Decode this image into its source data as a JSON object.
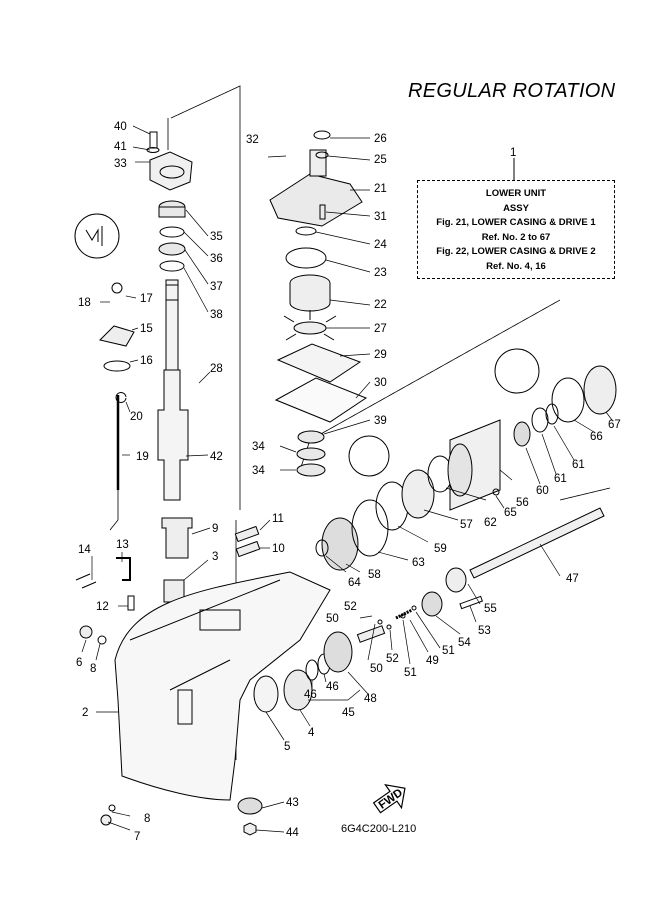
{
  "title": "REGULAR ROTATION",
  "info_box": {
    "ref_number": "1",
    "lines": [
      "LOWER UNIT",
      "ASSY",
      "Fig. 21, LOWER CASING & DRIVE 1",
      "Ref. No. 2 to 67",
      "Fig. 22, LOWER CASING & DRIVE 2",
      "Ref. No. 4, 16"
    ]
  },
  "fwd_label": "FWD",
  "diagram_code": "6G4C200-L210",
  "callouts": [
    "1",
    "2",
    "3",
    "4",
    "5",
    "6",
    "7",
    "8",
    "8",
    "9",
    "10",
    "11",
    "12",
    "13",
    "14",
    "15",
    "16",
    "17",
    "18",
    "19",
    "20",
    "21",
    "22",
    "23",
    "24",
    "25",
    "26",
    "27",
    "28",
    "29",
    "30",
    "31",
    "32",
    "33",
    "34",
    "34",
    "35",
    "36",
    "37",
    "38",
    "39",
    "40",
    "41",
    "42",
    "43",
    "44",
    "45",
    "46",
    "46",
    "47",
    "48",
    "49",
    "50",
    "50",
    "51",
    "51",
    "52",
    "52",
    "53",
    "54",
    "55",
    "56",
    "57",
    "58",
    "59",
    "60",
    "61",
    "61",
    "62",
    "63",
    "64",
    "65",
    "66",
    "67"
  ]
}
